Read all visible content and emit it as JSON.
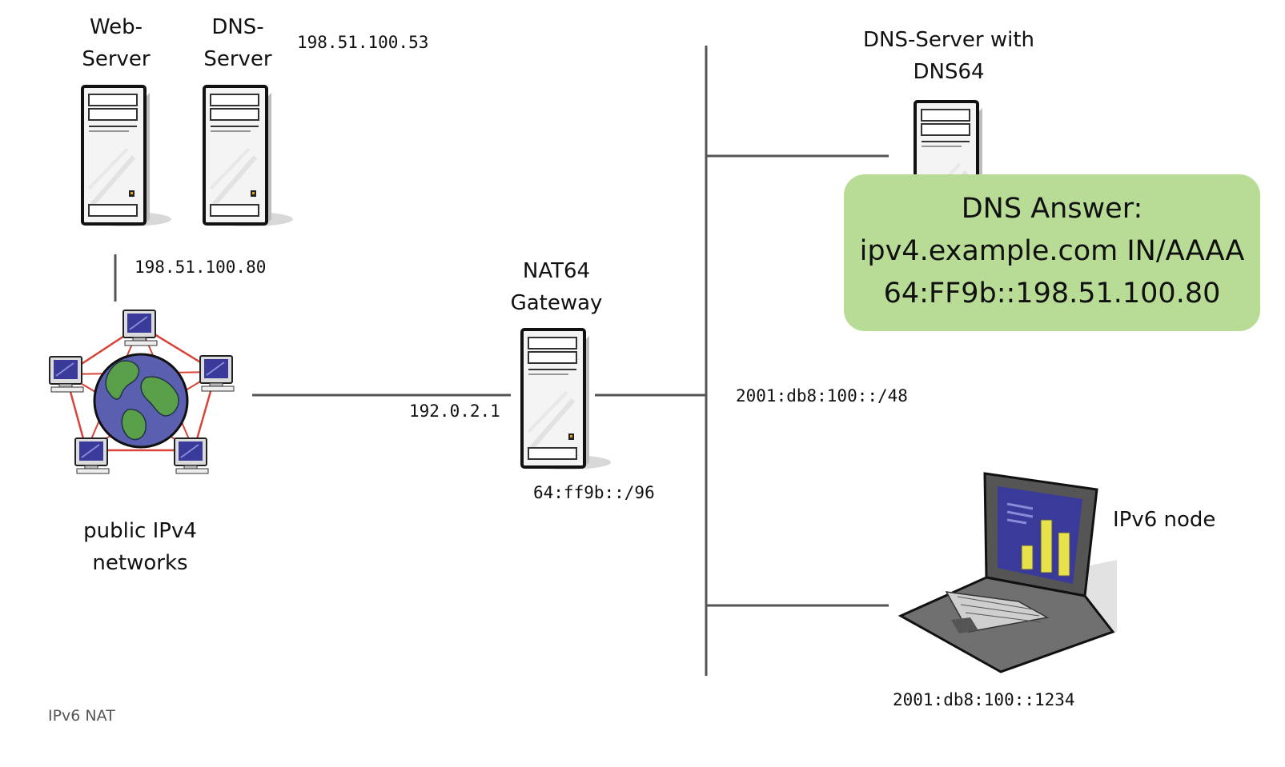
{
  "nodes": {
    "web_server": {
      "label_lines": [
        "Web-",
        "Server"
      ]
    },
    "dns_server": {
      "label_lines": [
        "DNS-",
        "Server"
      ],
      "address": "198.51.100.53"
    },
    "web_server_address": "198.51.100.80",
    "internet": {
      "label_lines": [
        "public IPv4",
        "networks"
      ]
    },
    "nat64": {
      "label_lines": [
        "NAT64",
        "Gateway"
      ],
      "ipv4_address": "192.0.2.1",
      "prefix": "64:ff9b::/96"
    },
    "dns64": {
      "label_lines": [
        "DNS-Server with",
        "DNS64"
      ]
    },
    "ipv6_network": {
      "prefix": "2001:db8:100::/48"
    },
    "ipv6_node": {
      "label": "IPv6 node",
      "address": "2001:db8:100::1234"
    }
  },
  "dns_answer": {
    "lines": [
      "DNS Answer:",
      "ipv4.example.com IN/AAAA",
      "64:FF9b::198.51.100.80"
    ],
    "color": "#b8dc96"
  },
  "caption": "IPv6 NAT",
  "colors": {
    "line": "#555555",
    "globe_ocean": "#5a5fb0",
    "globe_land": "#5aa04a",
    "ring": "#d9443a",
    "chart_bars": "#e8e24a",
    "screen": "#3a3a9a"
  }
}
